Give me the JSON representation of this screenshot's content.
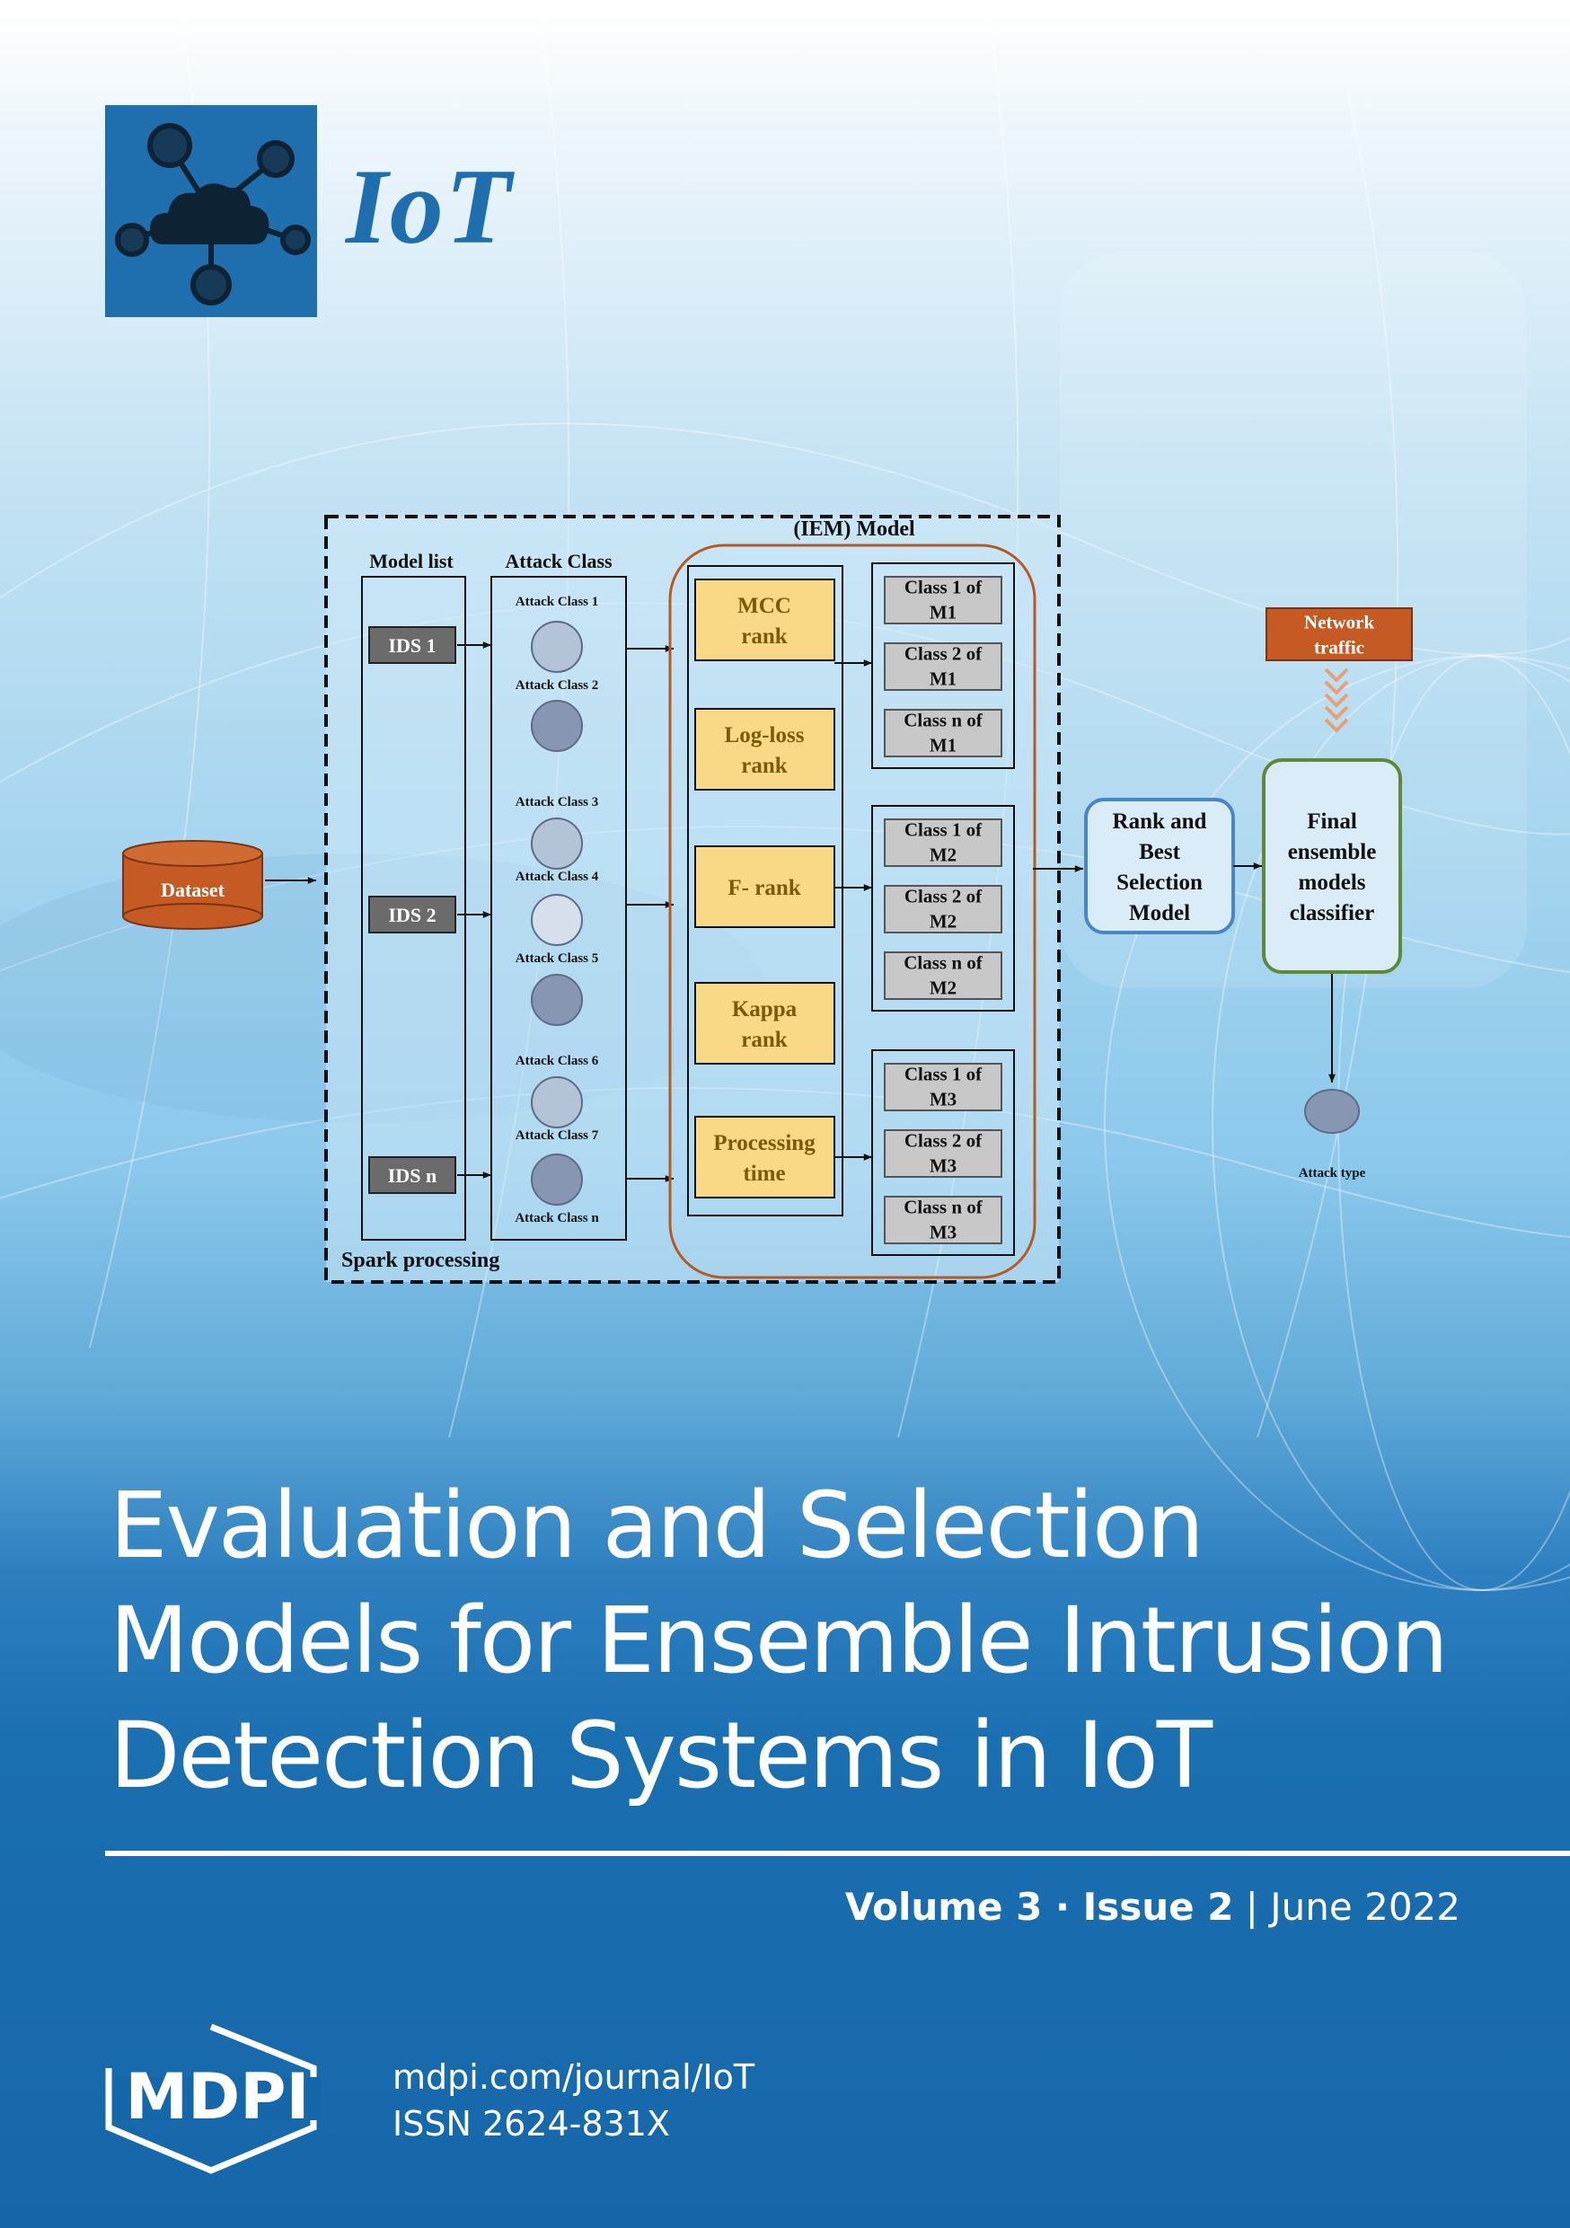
{
  "journal": {
    "name": "IoT"
  },
  "figure": {
    "dataset": "Dataset",
    "model_list_header": "Model list",
    "attack_class_header": "Attack Class",
    "iem_header": "(IEM) Model",
    "ids": [
      "IDS 1",
      "IDS 2",
      "IDS n"
    ],
    "attack_classes": [
      "Attack Class 1",
      "Attack Class 2",
      "Attack Class 3",
      "Attack Class 4",
      "Attack Class 5",
      "Attack Class 6",
      "Attack Class 7",
      "Attack Class n"
    ],
    "ranks": [
      [
        "MCC",
        "rank"
      ],
      [
        "Log-loss",
        "rank"
      ],
      [
        "F- rank"
      ],
      [
        "Kappa",
        "rank"
      ],
      [
        "Processing",
        "time"
      ]
    ],
    "class_groups": [
      [
        [
          "Class 1 of",
          "M1"
        ],
        [
          "Class 2 of",
          "M1"
        ],
        [
          "Class n of",
          "M1"
        ]
      ],
      [
        [
          "Class 1 of",
          "M2"
        ],
        [
          "Class 2 of",
          "M2"
        ],
        [
          "Class n of",
          "M2"
        ]
      ],
      [
        [
          "Class 1 of",
          "M3"
        ],
        [
          "Class 2 of",
          "M3"
        ],
        [
          "Class n of",
          "M3"
        ]
      ]
    ],
    "rank_best": [
      "Rank and",
      "Best",
      "Selection",
      "Model"
    ],
    "final": [
      "Final",
      "ensemble",
      "models",
      "classifier"
    ],
    "network_traffic": [
      "Network",
      "traffic"
    ],
    "attack_type": "Attack type",
    "spark": "Spark processing"
  },
  "article": {
    "title_lines": [
      "Evaluation and Selection",
      "Models for Ensemble Intrusion",
      "Detection Systems in IoT"
    ]
  },
  "issue": {
    "volume": "Volume 3",
    "sep": " · ",
    "issue": "Issue 2",
    "divider": " | ",
    "date": "June 2022"
  },
  "publisher": {
    "logo_text": "MDPI",
    "url": "mdpi.com/journal/IoT",
    "issn": "ISSN 2624-831X"
  }
}
